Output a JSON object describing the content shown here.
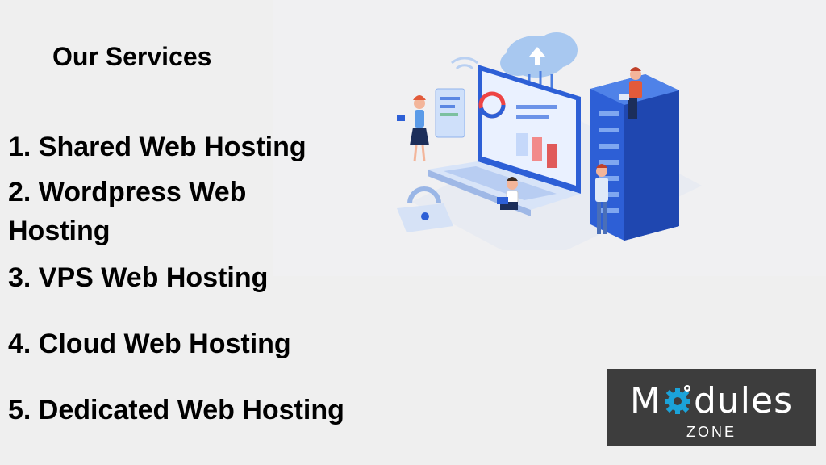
{
  "slide": {
    "heading": "Our Services",
    "services": [
      "1. Shared Web Hosting",
      "2. Wordpress Web Hosting",
      "3. VPS Web Hosting",
      "4. Cloud Web Hosting",
      "5. Dedicated Web Hosting"
    ]
  },
  "logo": {
    "text_before": "M",
    "text_after": "dules",
    "subtitle": "ZONE"
  },
  "colors": {
    "background": "#efefef",
    "text": "#000000",
    "logo_bg": "#3d3d3d",
    "logo_accent": "#1ba3d9",
    "illus_blue": "#2d5fd6"
  },
  "icons": [
    "cloud-upload-icon",
    "gear-icon",
    "padlock-icon",
    "server-rack-icon",
    "laptop-icon"
  ]
}
